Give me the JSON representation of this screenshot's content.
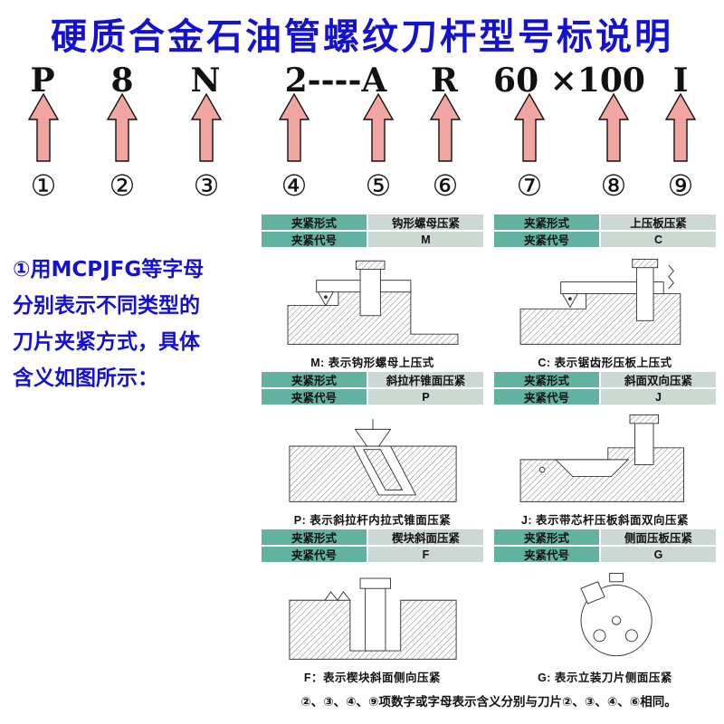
{
  "title": "硬质合金石油管螺纹刀杆型号标说明",
  "code": [
    "P",
    "8",
    "N",
    "2----A",
    "R",
    "60 ×100",
    "I"
  ],
  "circled_numbers": [
    "①",
    "②",
    "③",
    "④",
    "⑤",
    "⑥",
    "⑦",
    "⑧",
    "⑨"
  ],
  "note": {
    "line1": "①用MCPJFG等字母",
    "line2": "分别表示不同类型的",
    "line3": "刀片夹紧方式，具体",
    "line4": "含义如图所示："
  },
  "panels": [
    {
      "form_label": "夹紧形式",
      "form_value": "钩形螺母压紧",
      "code_label": "夹紧代号",
      "code_value": "M",
      "caption": "M: 表示钩形螺母上压式"
    },
    {
      "form_label": "夹紧形式",
      "form_value": "上压板压紧",
      "code_label": "夹紧代号",
      "code_value": "C",
      "caption": "C: 表示锯齿形压板上压式"
    },
    {
      "form_label": "夹紧形式",
      "form_value": "斜拉杆锥面压紧",
      "code_label": "夹紧代号",
      "code_value": "P",
      "caption": "P: 表示斜拉杆内拉式锥面压紧"
    },
    {
      "form_label": "夹紧形式",
      "form_value": "斜面双向压紧",
      "code_label": "夹紧代号",
      "code_value": "J",
      "caption": "J: 表示带芯杆压板斜面双向压紧"
    },
    {
      "form_label": "夹紧形式",
      "form_value": "楔块斜面压紧",
      "code_label": "夹紧代号",
      "code_value": "F",
      "caption": "F：表示楔块斜面侧向压紧"
    },
    {
      "form_label": "夹紧形式",
      "form_value": "侧面压板压紧",
      "code_label": "夹紧代号",
      "code_value": "G",
      "caption": "G: 表示立装刀片侧面压紧"
    }
  ],
  "footer": "②、③、④、⑨项数字或字母表示含义分别与刀片②、③、④、⑥相同。",
  "colors": {
    "title_blue": "#1412cf",
    "arrow_pink": "#f2a6a2",
    "header_teal": "#63b1a1",
    "header_light": "#ccd8d2"
  }
}
